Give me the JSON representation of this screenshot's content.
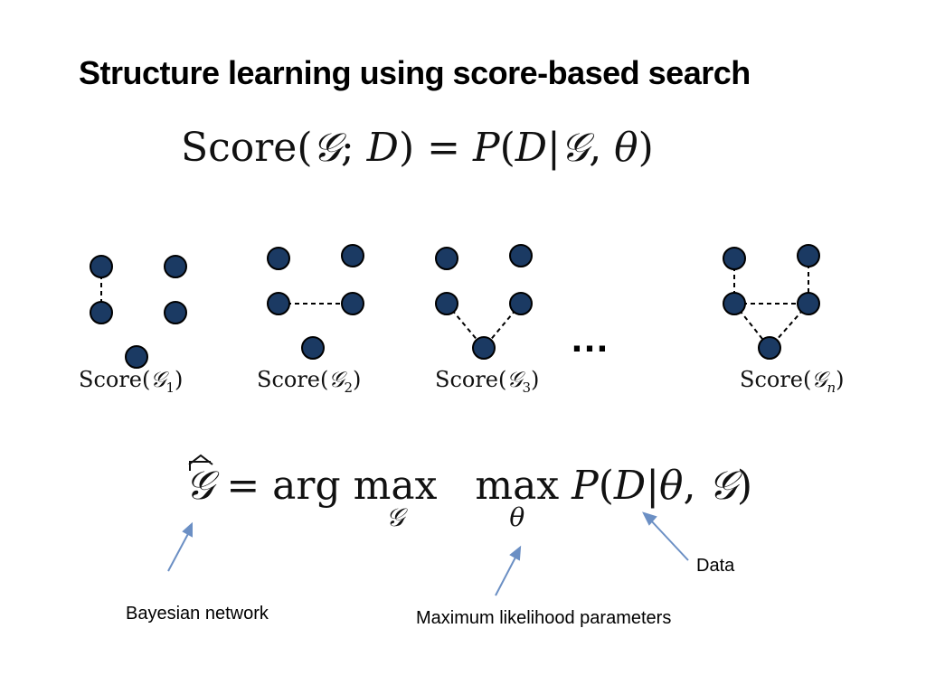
{
  "title": "Structure learning using score-based search",
  "score_equation": {
    "lhs_func": "Score",
    "graph_symbol": "𝒢",
    "data_symbol": "D",
    "prob_symbol": "P",
    "param_symbol": "θ"
  },
  "graphs": [
    {
      "label_func": "Score",
      "label_sub": "1"
    },
    {
      "label_func": "Score",
      "label_sub": "2"
    },
    {
      "label_func": "Score",
      "label_sub": "3"
    },
    {
      "label_func": "Score",
      "label_sub": "n"
    }
  ],
  "ellipsis": "…",
  "argmax_equation": {
    "arg": "arg",
    "max": "max",
    "sub_graph": "𝒢",
    "sub_theta": "θ"
  },
  "annotations": {
    "data": "Data",
    "bayesian_network": "Bayesian network",
    "ml_parameters": "Maximum likelihood parameters"
  },
  "colors": {
    "node_fill": "#1b3a63",
    "node_stroke": "#000000",
    "arrow": "#6b8fc4"
  }
}
